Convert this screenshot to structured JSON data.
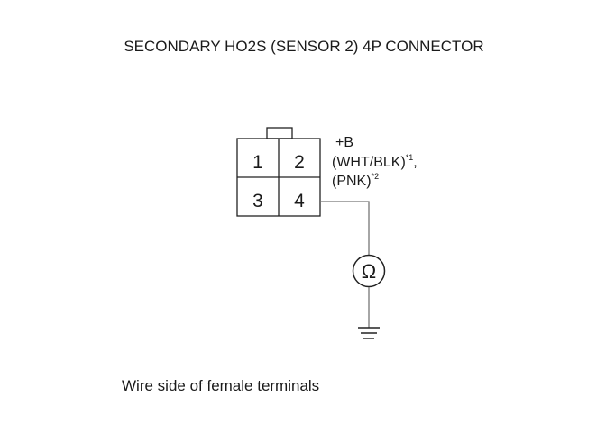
{
  "diagram": {
    "title": "SECONDARY HO2S (SENSOR 2) 4P CONNECTOR",
    "connector": {
      "pins": [
        "1",
        "2",
        "3",
        "4"
      ]
    },
    "terminal_label": {
      "line1": "+B",
      "wire1": "(WHT/BLK)",
      "note1": "*1",
      "comma": ",",
      "wire2": "(PNK)",
      "note2": "*2"
    },
    "meter_symbol": "Ω",
    "caption": "Wire side of female terminals"
  }
}
